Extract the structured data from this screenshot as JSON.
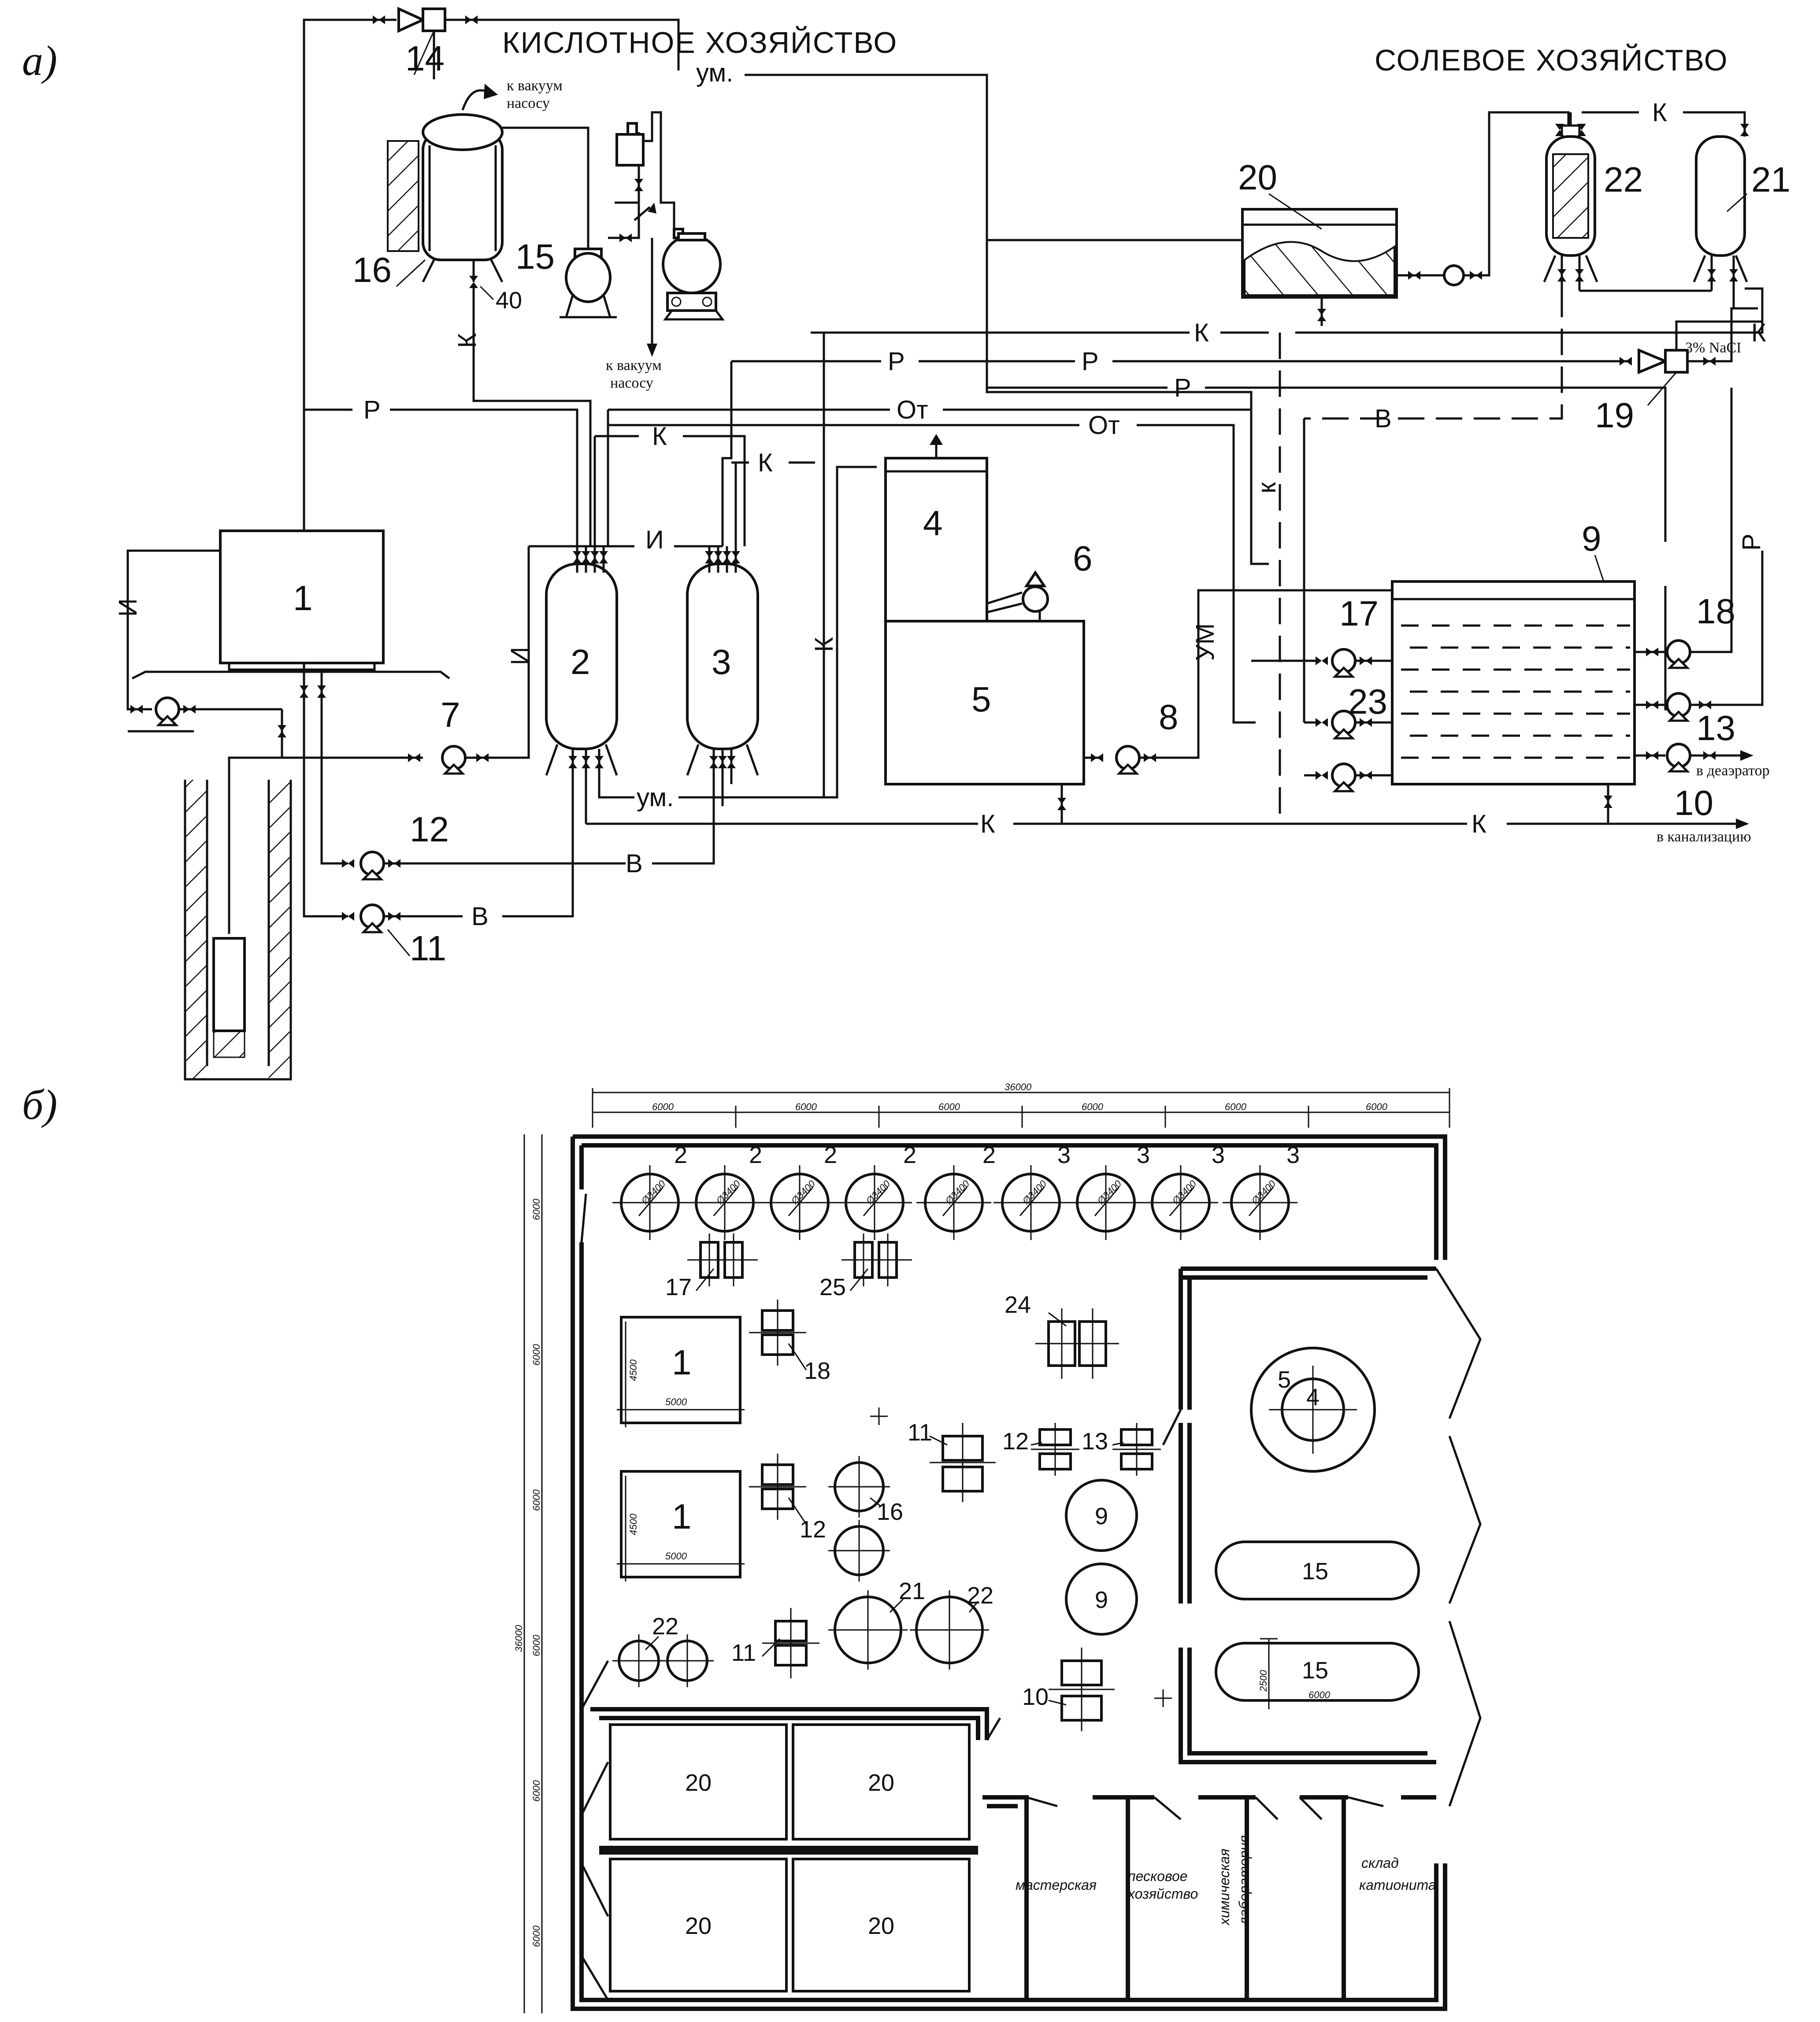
{
  "part_labels": {
    "a": "а)",
    "b": "б)"
  },
  "titles": {
    "acid": "КИСЛОТНОЕ ХОЗЯЙСТВО",
    "salt": "СОЛЕВОЕ ХОЗЯЙСТВО"
  },
  "annotations": {
    "to_vacuum_1": [
      "к вакуум",
      "насосу"
    ],
    "to_vacuum_2": [
      "к вакуум",
      "насосу"
    ],
    "deaerator": "в деаэратор",
    "sewer": "в канализацию",
    "nacl": "3% NaCI",
    "valve_40": "40"
  },
  "line_codes": {
    "I": "И",
    "R": "Р",
    "K": "К",
    "V": "В",
    "Ot": "От",
    "um": "ум.",
    "UM": "УМ",
    "k_small": "к"
  },
  "scheme_numbers": {
    "n1": "1",
    "n2": "2",
    "n3": "3",
    "n4": "4",
    "n5": "5",
    "n6": "6",
    "n7": "7",
    "n8": "8",
    "n9": "9",
    "n10": "10",
    "n11": "11",
    "n12": "12",
    "n13": "13",
    "n14": "14",
    "n15": "15",
    "n16": "16",
    "n17": "17",
    "n18": "18",
    "n19": "19",
    "n20": "20",
    "n21": "21",
    "n22": "22",
    "n23": "23"
  },
  "plan": {
    "overall_dim": "36000",
    "bay_dims": [
      "6000",
      "6000",
      "6000",
      "6000",
      "6000",
      "6000"
    ],
    "left_dims": [
      "6000",
      "6000",
      "6000",
      "6000",
      "6000",
      "6000"
    ],
    "left_total": "36000",
    "filter_a": "2",
    "filter_b": "3",
    "filter_dia": "Ø3400",
    "tank_dims": {
      "w": "5000",
      "h": "4500"
    },
    "bunker_dims": {
      "w": "6000",
      "h": "2500"
    },
    "labels": {
      "t1": "1",
      "p17": "17",
      "p25": "25",
      "p18": "18",
      "p24": "24",
      "p11": "11",
      "p12": "12",
      "p13": "13",
      "p16": "16",
      "p9": "9",
      "p21": "21",
      "p22": "22",
      "p10": "10",
      "p5": "5",
      "p4": "4",
      "p15": "15",
      "p20": "20"
    },
    "rooms": {
      "workshop": "мастерская",
      "sand": [
        "песковое",
        "хозяйство"
      ],
      "lab": [
        "химическая",
        "лаборатория"
      ],
      "store": [
        "склад",
        "катионита"
      ]
    }
  }
}
